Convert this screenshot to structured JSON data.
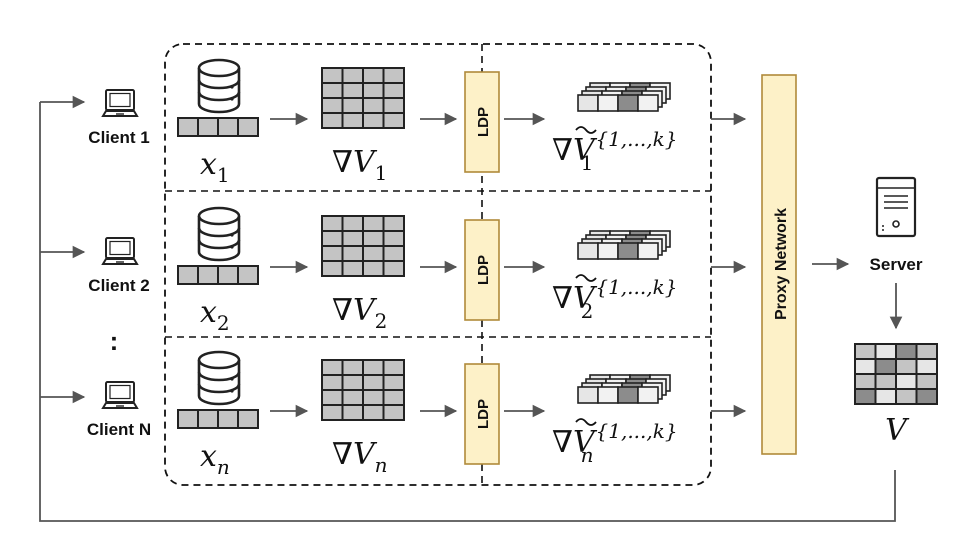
{
  "clients": [
    {
      "label": "Client 1",
      "x_sym": "x",
      "x_sub": "1",
      "grad_sym": "∇V",
      "grad_sub": "1",
      "noisy_sym": "∇V",
      "noisy_sub": "1",
      "noisy_sup": "{1,...,k}",
      "ldp": "LDP"
    },
    {
      "label": "Client 2",
      "x_sym": "x",
      "x_sub": "2",
      "grad_sym": "∇V",
      "grad_sub": "2",
      "noisy_sym": "∇V",
      "noisy_sub": "2",
      "noisy_sup": "{1,...,k}",
      "ldp": "LDP"
    },
    {
      "label": "Client N",
      "x_sym": "x",
      "x_sub": "n",
      "grad_sym": "∇V",
      "grad_sub": "n",
      "noisy_sym": "∇V",
      "noisy_sub": "n",
      "noisy_sup": "{1,...,k}",
      "ldp": "LDP"
    }
  ],
  "ellipsis": ":",
  "proxy": {
    "label": "Proxy Network"
  },
  "server": {
    "label": "Server",
    "matrix_label": "V"
  },
  "colors": {
    "ldp_fill": "#fdf1c8",
    "ldp_stroke": "#b08a3a",
    "proxy_fill": "#fdf1c8",
    "proxy_stroke": "#b08a3a",
    "cell_gray": "#c4c4c4",
    "cell_dark": "#8c8c8c",
    "cell_light": "#e6e6e6",
    "line": "#555555"
  }
}
